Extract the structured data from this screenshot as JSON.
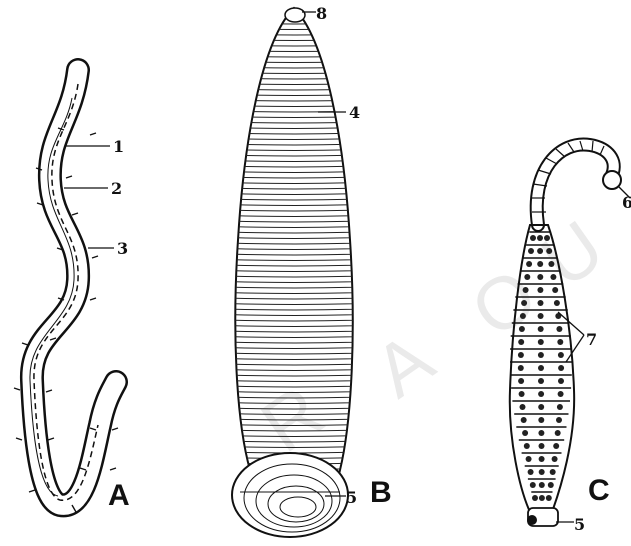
{
  "watermark": [
    "R",
    "A",
    "O",
    "U"
  ],
  "figures": [
    {
      "id": "A",
      "label": "A",
      "callouts": [
        "1",
        "2",
        "3"
      ]
    },
    {
      "id": "B",
      "label": "B",
      "callouts": [
        "8",
        "4",
        "5"
      ]
    },
    {
      "id": "C",
      "label": "C",
      "callouts": [
        "6",
        "7",
        "5"
      ]
    }
  ]
}
